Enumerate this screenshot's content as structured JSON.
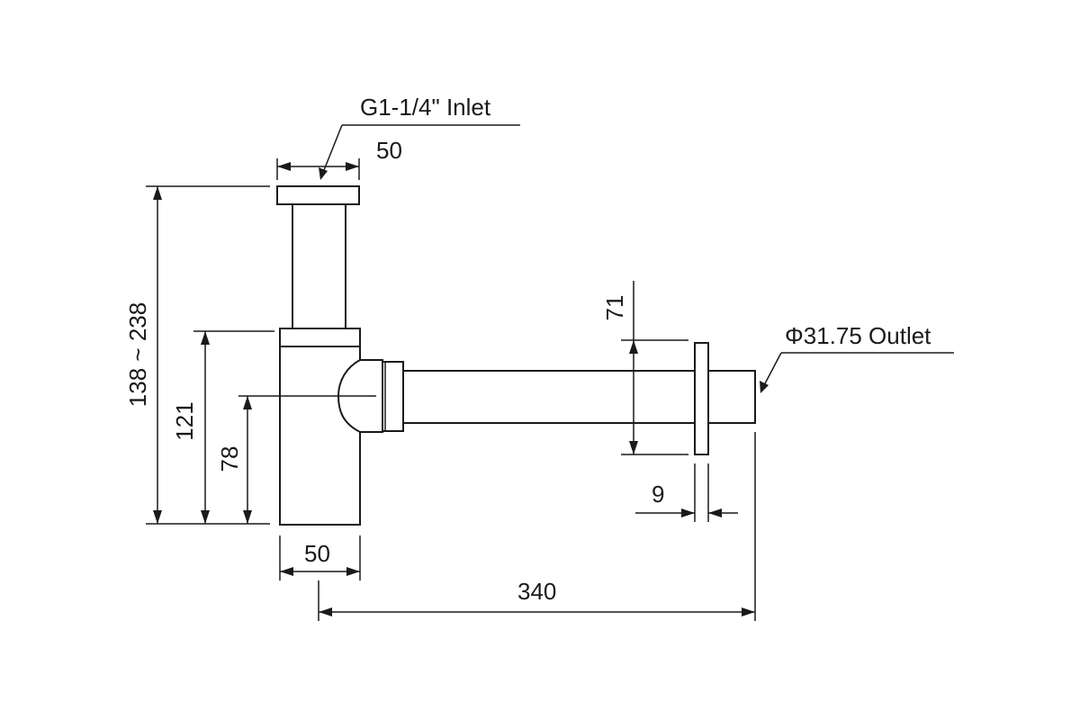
{
  "labels": {
    "inlet": "G1-1/4\" Inlet",
    "outlet": "Φ31.75 Outlet"
  },
  "dimensions": {
    "inlet_width": "50",
    "overall_height": "138 ~ 238",
    "body_height": "121",
    "outlet_center_height": "78",
    "body_width": "50",
    "overall_length": "340",
    "flange_height": "71",
    "flange_thickness": "9"
  },
  "colors": {
    "line": "#1a1a1a",
    "background": "#ffffff"
  }
}
